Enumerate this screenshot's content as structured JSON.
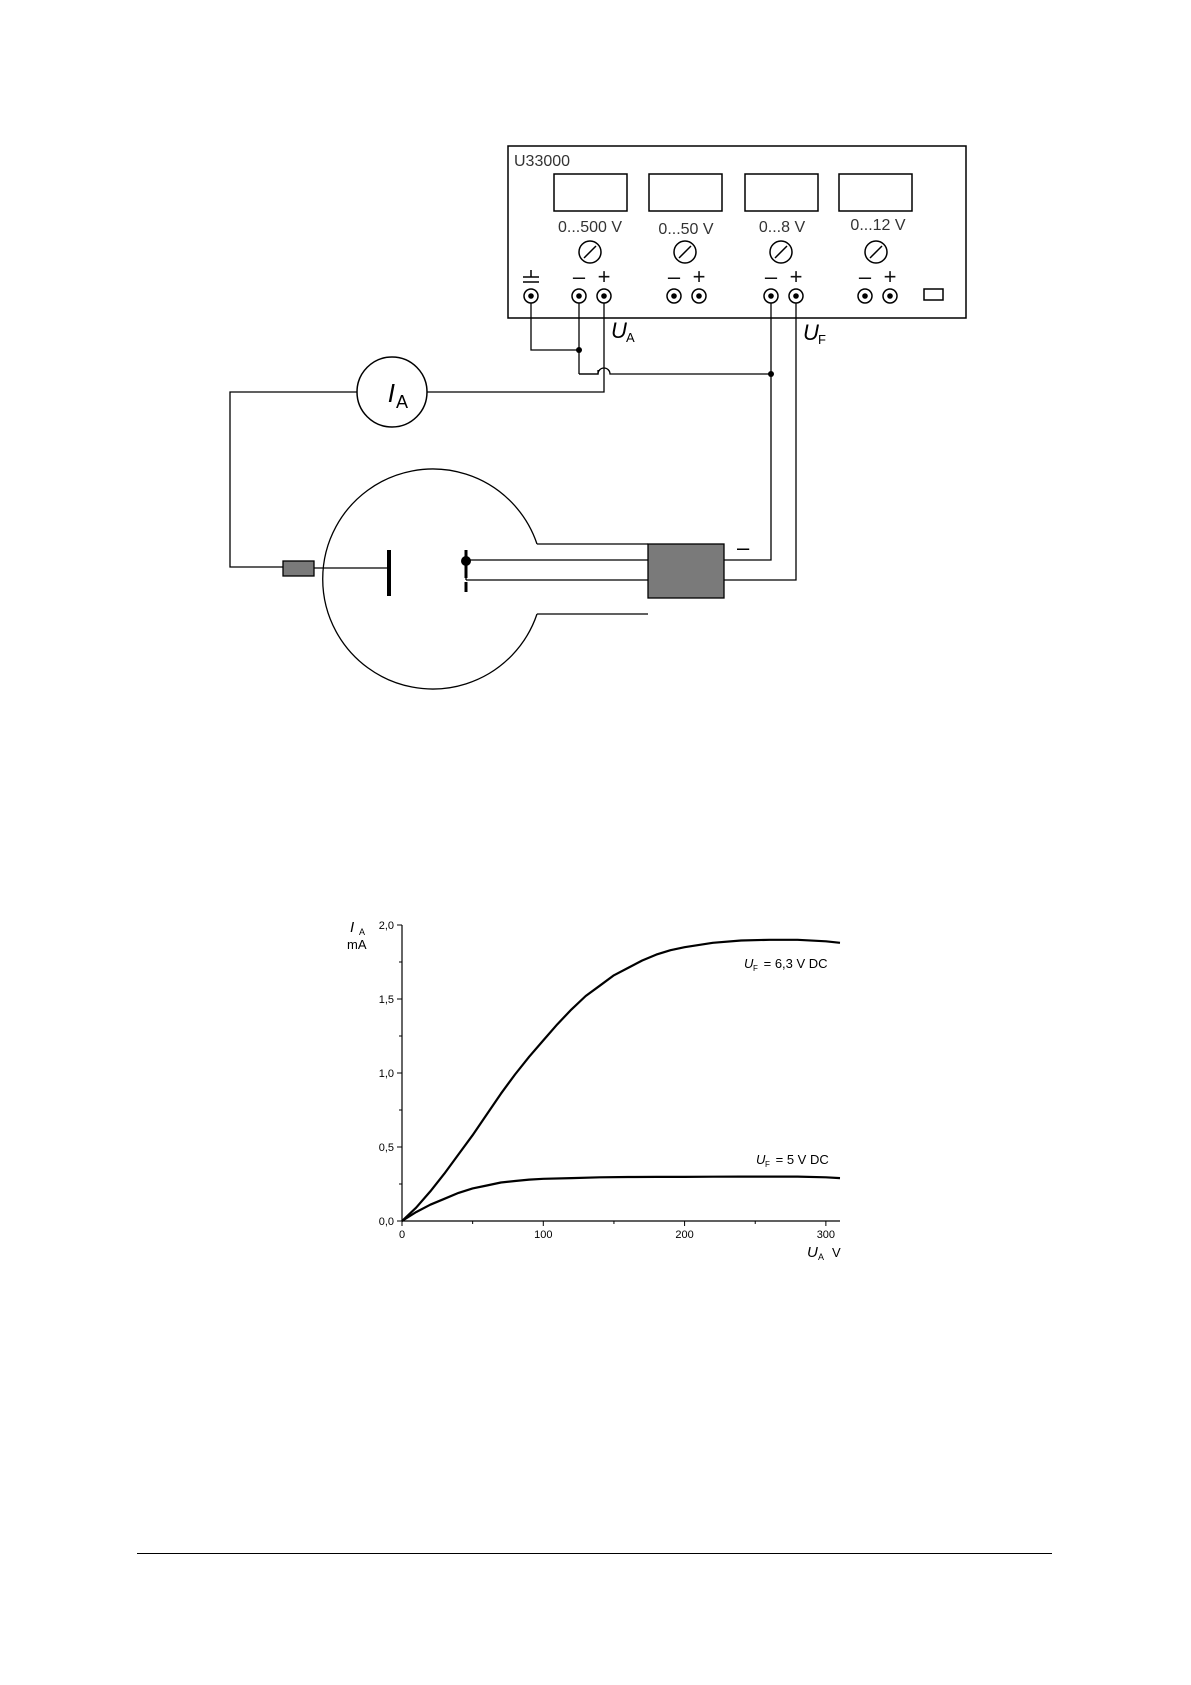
{
  "circuit": {
    "supply_name": "U33000",
    "ranges": [
      "0...500 V",
      "0...50 V",
      "0...8 V",
      "0...12 V"
    ],
    "ammeter_symbol": "I",
    "ammeter_sub": "A",
    "ua_symbol": "U",
    "ua_sub": "A",
    "uf_symbol": "U",
    "uf_sub": "F",
    "minus_sign": "–",
    "plus_sign": "+",
    "ground_sign": "⏚"
  },
  "chart_data": {
    "type": "line",
    "ylabel_symbol": "I",
    "ylabel_sub": "A",
    "ylabel_unit": "mA",
    "xlabel_symbol": "U",
    "xlabel_sub": "A",
    "xlabel_unit": "V",
    "xlim": [
      0,
      310
    ],
    "ylim": [
      0,
      2.0
    ],
    "x_ticks": [
      0,
      100,
      200,
      300
    ],
    "x_tick_labels": [
      "0",
      "100",
      "200",
      "300"
    ],
    "y_ticks": [
      0,
      0.5,
      1.0,
      1.5,
      2.0
    ],
    "y_tick_labels": [
      "0,0",
      "0,5",
      "1,0",
      "1,5",
      "2,0"
    ],
    "series": [
      {
        "name": "U_F = 6,3 V DC",
        "label_symbol": "U",
        "label_sub": "F",
        "label_text": " = 6,3 V DC",
        "x": [
          0,
          10,
          20,
          30,
          40,
          50,
          60,
          70,
          80,
          90,
          100,
          110,
          120,
          130,
          140,
          150,
          160,
          170,
          180,
          190,
          200,
          220,
          240,
          260,
          280,
          300,
          310
        ],
        "y": [
          0,
          0.09,
          0.2,
          0.32,
          0.45,
          0.58,
          0.72,
          0.86,
          0.99,
          1.11,
          1.22,
          1.33,
          1.43,
          1.52,
          1.59,
          1.66,
          1.71,
          1.76,
          1.8,
          1.83,
          1.85,
          1.88,
          1.895,
          1.9,
          1.9,
          1.89,
          1.88
        ]
      },
      {
        "name": "U_F = 5 V DC",
        "label_symbol": "U",
        "label_sub": "F",
        "label_text": " = 5 V DC",
        "x": [
          0,
          10,
          20,
          30,
          40,
          50,
          60,
          70,
          80,
          90,
          100,
          120,
          140,
          160,
          180,
          200,
          220,
          240,
          260,
          280,
          300,
          310
        ],
        "y": [
          0,
          0.06,
          0.11,
          0.15,
          0.19,
          0.22,
          0.24,
          0.26,
          0.27,
          0.28,
          0.285,
          0.29,
          0.295,
          0.297,
          0.298,
          0.298,
          0.299,
          0.3,
          0.3,
          0.3,
          0.295,
          0.29
        ]
      }
    ]
  }
}
